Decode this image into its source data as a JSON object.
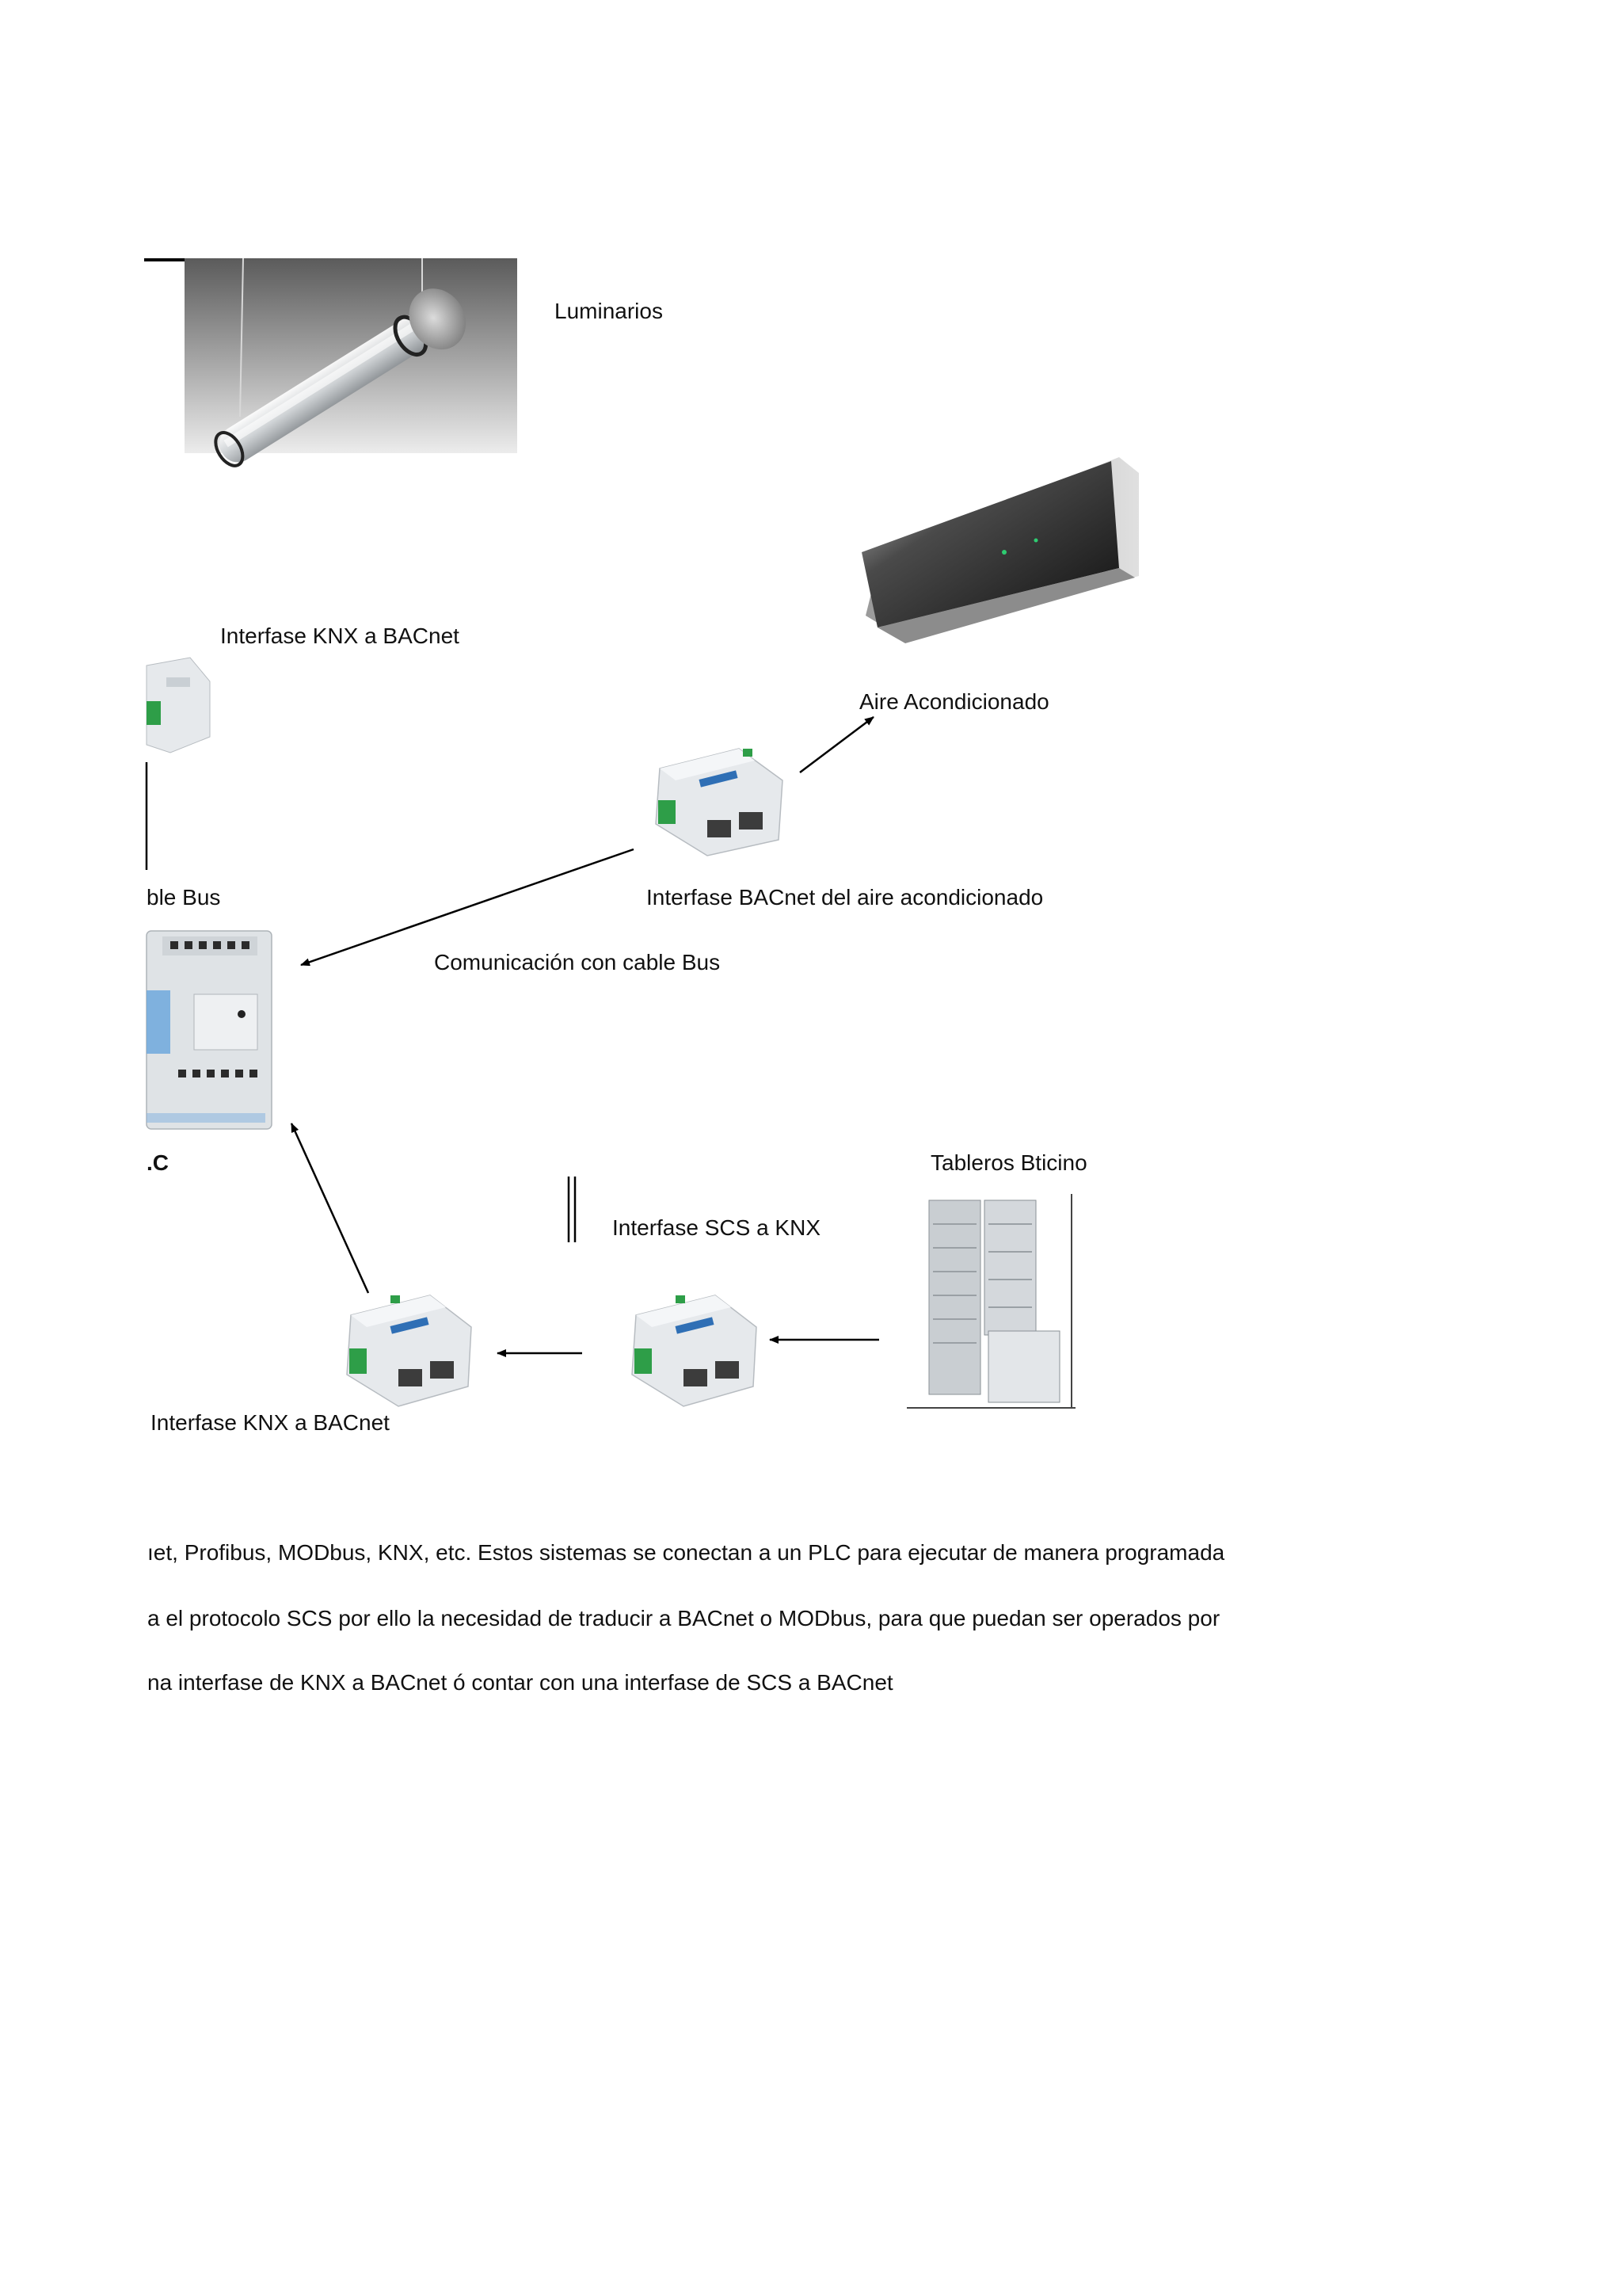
{
  "labels": {
    "luminarios": "Luminarios",
    "knx_bacnet_top": "Interfase KNX a BACnet",
    "aire": "Aire Acondicionado",
    "cable_bus_left": "ble Bus",
    "interfase_aire": "Interfase BACnet del aire acondicionado",
    "comunicacion": "Comunicación con cable Bus",
    "plc": ".C",
    "tableros": "Tableros Bticino",
    "scs_knx": "Interfase SCS a KNX",
    "knx_bacnet_bottom": "Interfase KNX a BACnet"
  },
  "paragraph": [
    "ıet, Profibus, MODbus, KNX, etc. Estos sistemas se conectan a un PLC para ejecutar de manera programada",
    "a el protocolo SCS por ello la necesidad de traducir a BACnet o MODbus, para que puedan ser operados por",
    "na interfase de KNX a BACnet ó contar con una interfase de SCS a BACnet"
  ],
  "colors": {
    "text": "#111111",
    "module_body": "#e6e9ec",
    "connector_green": "#2e9e48",
    "label_blue": "#2f6fb5",
    "ac_dark": "#1c1c1c"
  },
  "icons": {
    "lamp": "pendant-tube-luminaire-photo",
    "ac": "wall-air-conditioner-photo",
    "module": "din-rail-gateway-module-photo",
    "plc": "plc-controller-photo",
    "cabinet": "electrical-cabinet-photo"
  }
}
